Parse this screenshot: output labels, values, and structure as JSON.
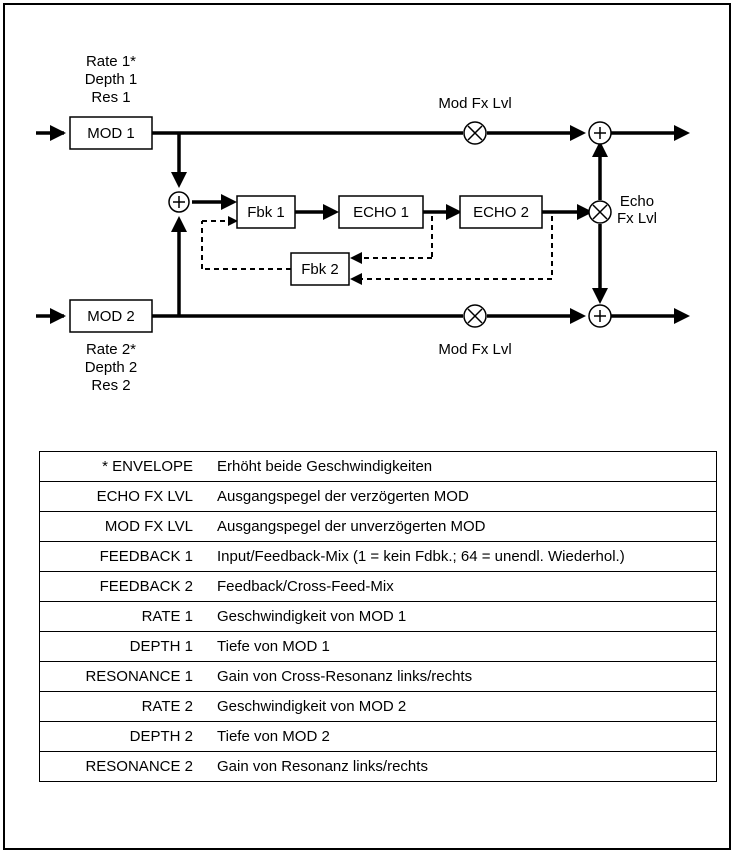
{
  "diagram": {
    "mod1": {
      "label": "MOD 1",
      "params": [
        "Rate 1*",
        "Depth 1",
        "Res 1"
      ]
    },
    "mod2": {
      "label": "MOD 2",
      "params": [
        "Rate 2*",
        "Depth 2",
        "Res 2"
      ]
    },
    "fbk1": "Fbk 1",
    "fbk2": "Fbk 2",
    "echo1": "ECHO 1",
    "echo2": "ECHO 2",
    "mod_fx_lvl_top": "Mod Fx Lvl",
    "mod_fx_lvl_bottom": "Mod Fx Lvl",
    "echo_fx_lvl": [
      "Echo",
      "Fx Lvl"
    ]
  },
  "table": [
    {
      "term": "* ENVELOPE",
      "desc": "Erhöht beide Geschwindigkeiten"
    },
    {
      "term": "ECHO FX LVL",
      "desc": "Ausgangspegel der verzögerten MOD"
    },
    {
      "term": "MOD FX LVL",
      "desc": "Ausgangspegel der unverzögerten MOD"
    },
    {
      "term": "FEEDBACK 1",
      "desc": "Input/Feedback-Mix (1 = kein Fdbk.; 64 = unendl. Wiederhol.)"
    },
    {
      "term": "FEEDBACK 2",
      "desc": "Feedback/Cross-Feed-Mix"
    },
    {
      "term": "RATE 1",
      "desc": "Geschwindigkeit von MOD 1"
    },
    {
      "term": "DEPTH 1",
      "desc": "Tiefe von MOD 1"
    },
    {
      "term": "RESONANCE 1",
      "desc": "Gain von Cross-Resonanz links/rechts"
    },
    {
      "term": "RATE 2",
      "desc": "Geschwindigkeit von MOD 2"
    },
    {
      "term": "DEPTH 2",
      "desc": "Tiefe von MOD 2"
    },
    {
      "term": "RESONANCE 2",
      "desc": "Gain von Resonanz links/rechts"
    }
  ]
}
